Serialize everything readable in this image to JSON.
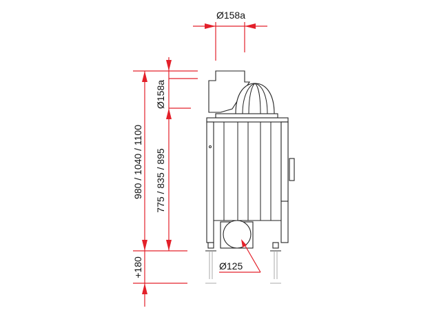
{
  "dimensions": {
    "top_flue_diameter": "Ø158a",
    "side_flue_diameter": "Ø158a",
    "total_heights": "980 / 1040 / 1100",
    "flue_heights": "775 / 835 / 895",
    "leg_extension": "+180",
    "air_inlet_diameter": "Ø125"
  },
  "colors": {
    "dimension_lines": "#e3202a",
    "outline": "#222222"
  }
}
